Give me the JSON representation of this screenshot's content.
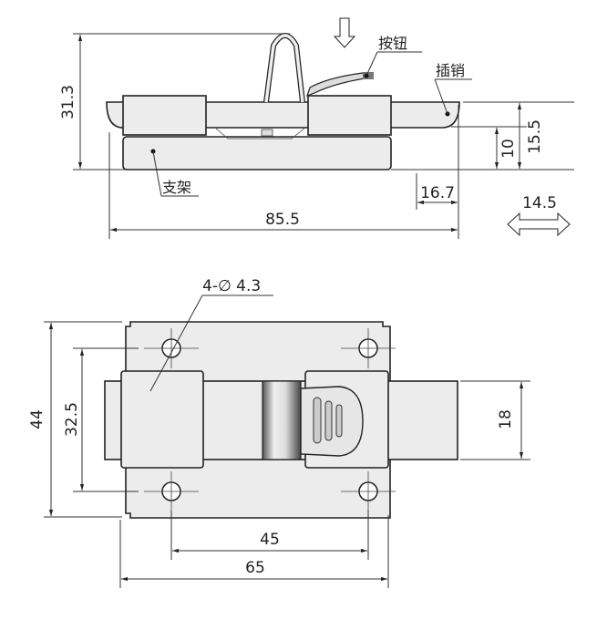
{
  "side_view": {
    "labels": {
      "button": "按钮",
      "pin": "插销",
      "bracket": "支架"
    },
    "dimensions": {
      "height_total": "31.3",
      "pin_height": "15.5",
      "base_height": "10",
      "pin_travel_offset": "16.7",
      "overall_length": "85.5",
      "stroke": "14.5"
    }
  },
  "top_view": {
    "hole_note": "4-∅ 4.3",
    "dimensions": {
      "height": "44",
      "hole_spacing_v": "32.5",
      "pin_width": "18",
      "hole_spacing_h": "45",
      "width": "65"
    }
  }
}
